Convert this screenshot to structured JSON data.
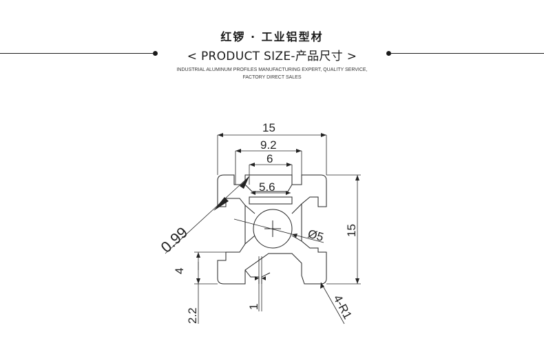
{
  "header": {
    "brand": "红锣 · 工业铝型材",
    "subtitle": "< PRODUCT SIZE-产品尺寸 >",
    "tagline": "INDUSTRIAL ALUMINUM PROFILES MANUFACTURING EXPERT, QUALITY SERVICE, FACTORY DIRECT SALES"
  },
  "drawing": {
    "dimensions": {
      "overall_width": "15",
      "slot_outer_width": "9.2",
      "slot_opening": "6",
      "slot_inner": "5.6",
      "overall_height": "15",
      "diagonal": "0.99",
      "center_hole": "Ø5",
      "slot_depth": "4",
      "wall_thickness": "2.2",
      "lip": "1",
      "corner_radius": "4-R1"
    }
  }
}
